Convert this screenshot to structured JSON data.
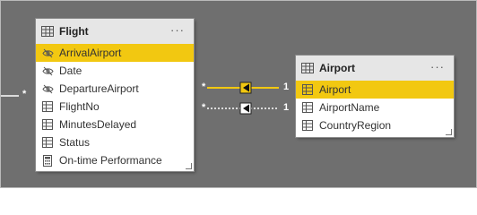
{
  "flight_table": {
    "title": "Flight",
    "more": "···",
    "fields": [
      {
        "name": "ArrivalAirport",
        "icon": "hidden-eye-icon",
        "selected": true
      },
      {
        "name": "Date",
        "icon": "hidden-eye-icon",
        "selected": false
      },
      {
        "name": "DepartureAirport",
        "icon": "hidden-eye-icon",
        "selected": false
      },
      {
        "name": "FlightNo",
        "icon": "column-icon",
        "selected": false
      },
      {
        "name": "MinutesDelayed",
        "icon": "column-icon",
        "selected": false
      },
      {
        "name": "Status",
        "icon": "column-icon",
        "selected": false
      },
      {
        "name": "On-time Performance",
        "icon": "calculator-icon",
        "selected": false
      }
    ]
  },
  "airport_table": {
    "title": "Airport",
    "more": "···",
    "fields": [
      {
        "name": "Airport",
        "icon": "column-icon",
        "selected": true
      },
      {
        "name": "AirportName",
        "icon": "column-icon",
        "selected": false
      },
      {
        "name": "CountryRegion",
        "icon": "column-icon",
        "selected": false
      }
    ]
  },
  "relationships": {
    "left_many": "*",
    "active_many": "*",
    "active_one": "1",
    "inactive_many": "*",
    "inactive_one": "1"
  },
  "colors": {
    "canvas": "#6f6f6f",
    "highlight": "#f2c811",
    "header": "#e6e6e6"
  }
}
